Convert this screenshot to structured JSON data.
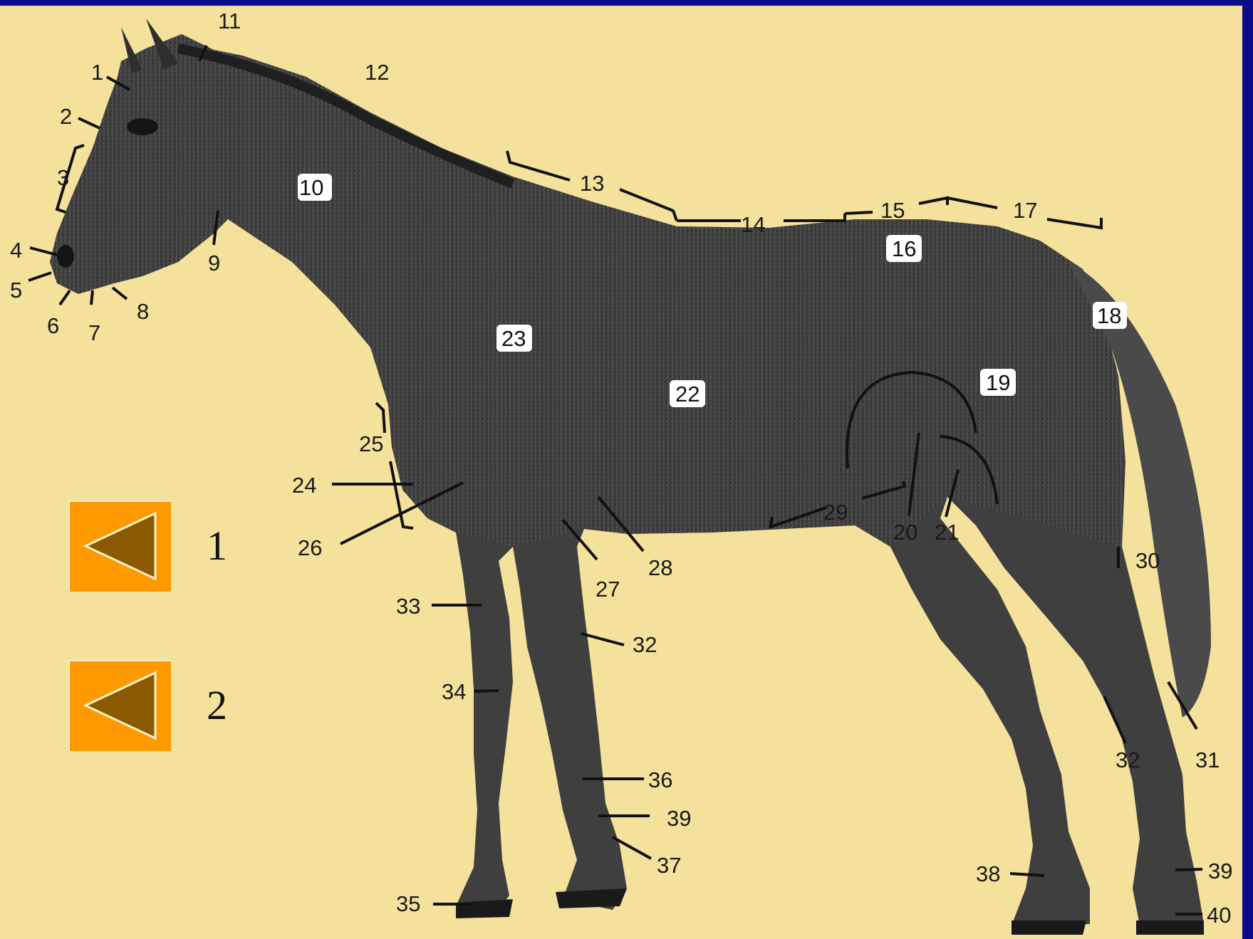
{
  "labels": [
    "1",
    "2",
    "3",
    "4",
    "5",
    "6",
    "7",
    "8",
    "9",
    "10",
    "11",
    "12",
    "13",
    "14",
    "15",
    "16",
    "17",
    "18",
    "19",
    "20",
    "21",
    "22",
    "23",
    "24",
    "25",
    "26",
    "27",
    "28",
    "29",
    "30",
    "31",
    "32",
    "33",
    "34",
    "35",
    "36",
    "37",
    "38",
    "39",
    "40"
  ],
  "boxed_labels": [
    "10",
    "16",
    "18",
    "19",
    "22",
    "23"
  ],
  "extra_labels": {
    "32b": "32",
    "39b": "39"
  },
  "nav": [
    {
      "number": "1",
      "icon": "triangle-left-icon"
    },
    {
      "number": "2",
      "icon": "triangle-left-icon"
    }
  ],
  "colors": {
    "background_frame": "#0b0b8c",
    "canvas": "#f4e19b",
    "button": "#ff9900",
    "button_arrow": "#8b5a00",
    "horse": "#3c3c3c"
  }
}
